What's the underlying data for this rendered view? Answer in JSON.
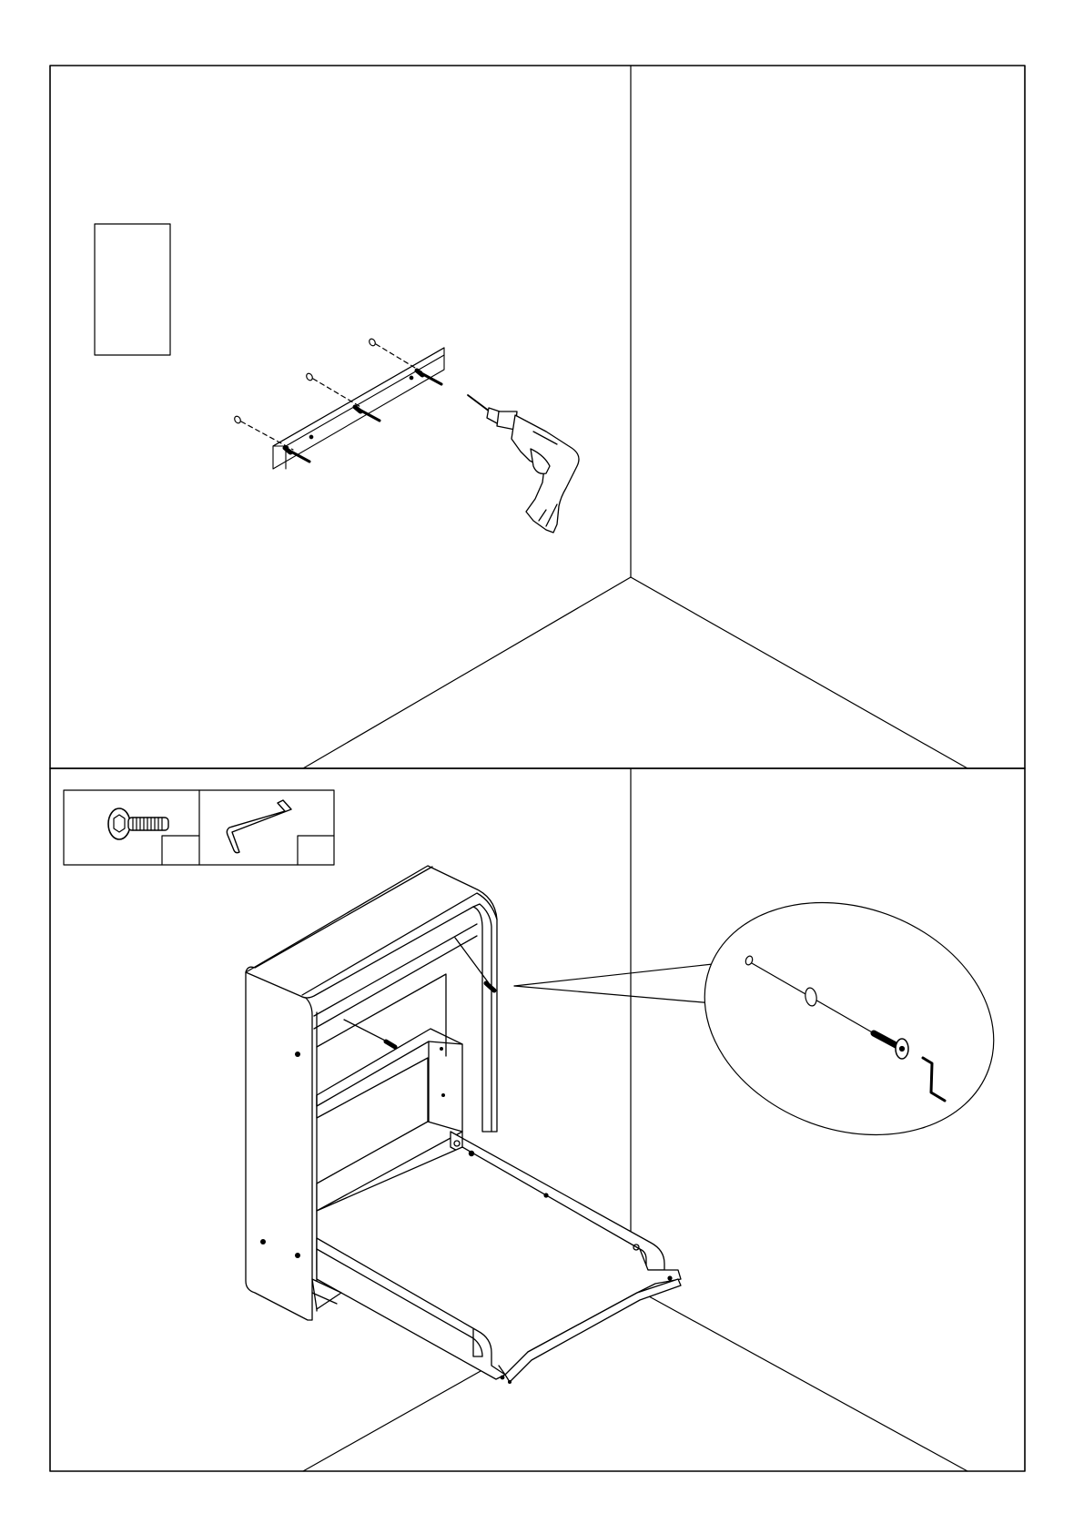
{
  "document": {
    "type": "assembly-instructions",
    "steps": [
      {
        "scene": "wall-corner",
        "content": [
          "blank-step-label-box",
          "mounting-rail",
          "wall-plugs",
          "screws",
          "power-drill"
        ],
        "wall_plug_count": 3,
        "screw_count": 3
      },
      {
        "scene": "wall-corner",
        "hardware": [
          {
            "item": "hex-socket-bolt",
            "icon": "bolt-icon"
          },
          {
            "item": "allen-key",
            "icon": "allen-key-icon"
          }
        ],
        "content": [
          "folding-cabinet",
          "detail-callout"
        ],
        "detail_callout_parts": [
          "wall-plug",
          "washer",
          "bolt",
          "allen-key"
        ]
      }
    ]
  },
  "style": {
    "line_color": "#000000",
    "background": "#ffffff"
  }
}
